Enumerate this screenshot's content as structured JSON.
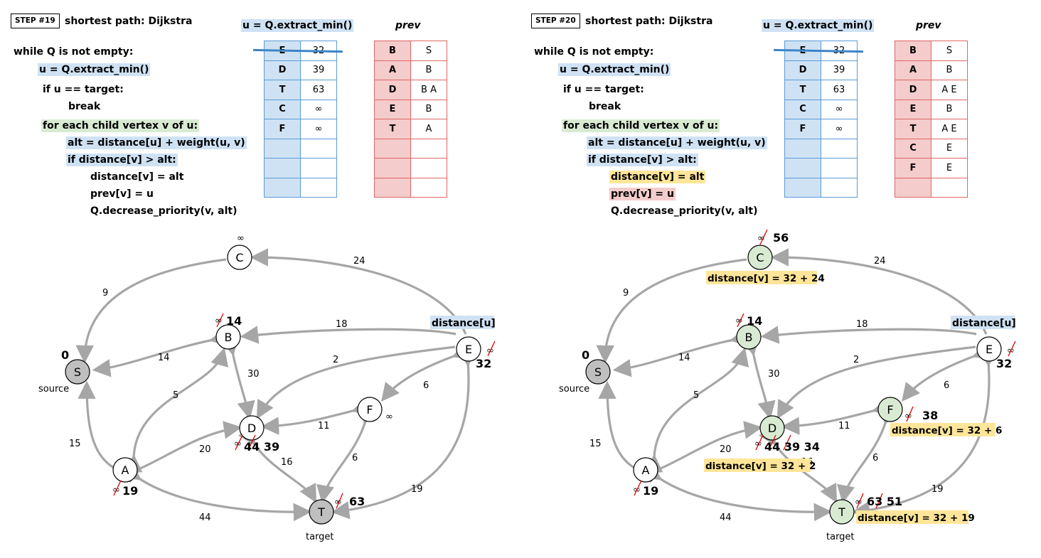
{
  "left": {
    "step": "STEP #19",
    "title": "shortest path: Dijkstra",
    "code": [
      "while Q is not empty:",
      "u = Q.extract_min()",
      "if u == target:",
      "break",
      "for each child vertex v of u:",
      "alt = distance[u] + weight(u, v)",
      "if distance[v] > alt:",
      "distance[v] = alt",
      "prev[v] = u",
      "Q.decrease_priority(v, alt)"
    ],
    "q_header": "u = Q.extract_min()",
    "prev_header": "prev",
    "queue": [
      [
        "E",
        "32"
      ],
      [
        "D",
        "39"
      ],
      [
        "T",
        "63"
      ],
      [
        "C",
        "∞"
      ],
      [
        "F",
        "∞"
      ],
      [
        "",
        ""
      ],
      [
        "",
        ""
      ],
      [
        "",
        ""
      ]
    ],
    "prev": [
      [
        "B",
        "S"
      ],
      [
        "A",
        "B"
      ],
      [
        "D",
        "B A"
      ],
      [
        "E",
        "B"
      ],
      [
        "T",
        "A"
      ],
      [
        "",
        ""
      ],
      [
        "",
        ""
      ],
      [
        "",
        ""
      ]
    ],
    "nodes": {
      "S": "S",
      "A": "A",
      "B": "B",
      "C": "C",
      "D": "D",
      "E": "E",
      "F": "F",
      "T": "T"
    },
    "node_colors": {
      "S": "#bfbfbf",
      "T": "#bfbfbf",
      "default": "#ffffff"
    },
    "weights": {
      "SC": "9",
      "SB": "14",
      "SA": "15",
      "CE": "24",
      "BE": "18",
      "BA": "5",
      "BD": "30",
      "ED": "2",
      "EF": "6",
      "ET": "19",
      "AD": "20",
      "AT": "44",
      "DF": "11",
      "DT": "16",
      "FT": "6"
    },
    "source_label": "source",
    "target_label": "target",
    "distances": {
      "S": "0",
      "C": "∞",
      "B": "14",
      "E": "32",
      "F": "∞",
      "D": "44 39",
      "A": "19",
      "T": "63"
    },
    "inf": "∞",
    "u_tag": "distance[u]"
  },
  "right": {
    "step": "STEP #20",
    "title": "shortest path: Dijkstra",
    "code": [
      "while Q is not empty:",
      "u = Q.extract_min()",
      "if u == target:",
      "break",
      "for each child vertex v of u:",
      "alt = distance[u] + weight(u, v)",
      "if distance[v] > alt:",
      "distance[v] = alt",
      "prev[v] = u",
      "Q.decrease_priority(v, alt)"
    ],
    "q_header": "u = Q.extract_min()",
    "prev_header": "prev",
    "queue": [
      [
        "E",
        "32"
      ],
      [
        "D",
        "39"
      ],
      [
        "T",
        "63"
      ],
      [
        "C",
        "∞"
      ],
      [
        "F",
        "∞"
      ],
      [
        "",
        ""
      ],
      [
        "",
        ""
      ],
      [
        "",
        ""
      ]
    ],
    "prev": [
      [
        "B",
        "S"
      ],
      [
        "A",
        "B"
      ],
      [
        "D",
        "A E"
      ],
      [
        "E",
        "B"
      ],
      [
        "T",
        "A E"
      ],
      [
        "C",
        "E"
      ],
      [
        "F",
        "E"
      ],
      [
        "",
        ""
      ]
    ],
    "distances": {
      "S": "0",
      "C": "56",
      "B": "14",
      "E": "32",
      "F": "38",
      "D": "44 39 34",
      "A": "19",
      "T": "63 51"
    },
    "tags": {
      "C": "distance[v] = 32 + 24",
      "F": "distance[v] = 32 + 6",
      "D": "distance[v] = 32 + 2",
      "T": "distance[v] = 32 + 19"
    },
    "node_colors": {
      "S": "#bfbfbf",
      "highlight": "#d9ead3",
      "E": "#ffffff"
    },
    "u_tag": "distance[u]",
    "source_label": "source",
    "target_label": "target"
  }
}
